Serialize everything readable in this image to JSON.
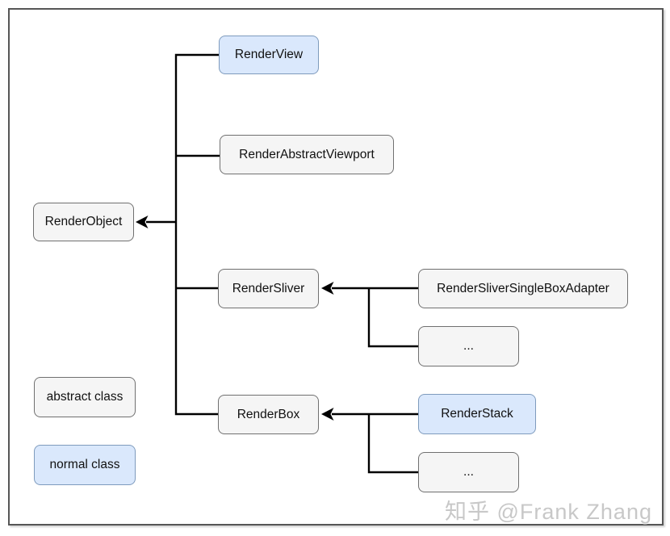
{
  "diagram": {
    "nodes": {
      "render_object": {
        "label": "RenderObject",
        "type": "abstract"
      },
      "render_view": {
        "label": "RenderView",
        "type": "normal"
      },
      "render_abstract_viewport": {
        "label": "RenderAbstractViewport",
        "type": "abstract"
      },
      "render_sliver": {
        "label": "RenderSliver",
        "type": "abstract"
      },
      "render_sliver_single_box_adapter": {
        "label": "RenderSliverSingleBoxAdapter",
        "type": "abstract"
      },
      "sliver_more": {
        "label": "...",
        "type": "abstract"
      },
      "render_box": {
        "label": "RenderBox",
        "type": "abstract"
      },
      "render_stack": {
        "label": "RenderStack",
        "type": "normal"
      },
      "box_more": {
        "label": "...",
        "type": "abstract"
      }
    },
    "edges": [
      {
        "from": "RenderView",
        "to": "RenderObject"
      },
      {
        "from": "RenderAbstractViewport",
        "to": "RenderObject"
      },
      {
        "from": "RenderSliver",
        "to": "RenderObject"
      },
      {
        "from": "RenderBox",
        "to": "RenderObject"
      },
      {
        "from": "RenderSliverSingleBoxAdapter",
        "to": "RenderSliver"
      },
      {
        "from": "...",
        "to": "RenderSliver"
      },
      {
        "from": "RenderStack",
        "to": "RenderBox"
      },
      {
        "from": "...",
        "to": "RenderBox"
      }
    ],
    "legend": {
      "abstract_label": "abstract class",
      "normal_label": "normal class"
    },
    "watermark": "知乎 @Frank Zhang",
    "colors": {
      "abstract_fill": "#f5f5f5",
      "abstract_border": "#707070",
      "normal_fill": "#dae8fc",
      "normal_border": "#7e9bbd",
      "connector": "#000000"
    }
  }
}
